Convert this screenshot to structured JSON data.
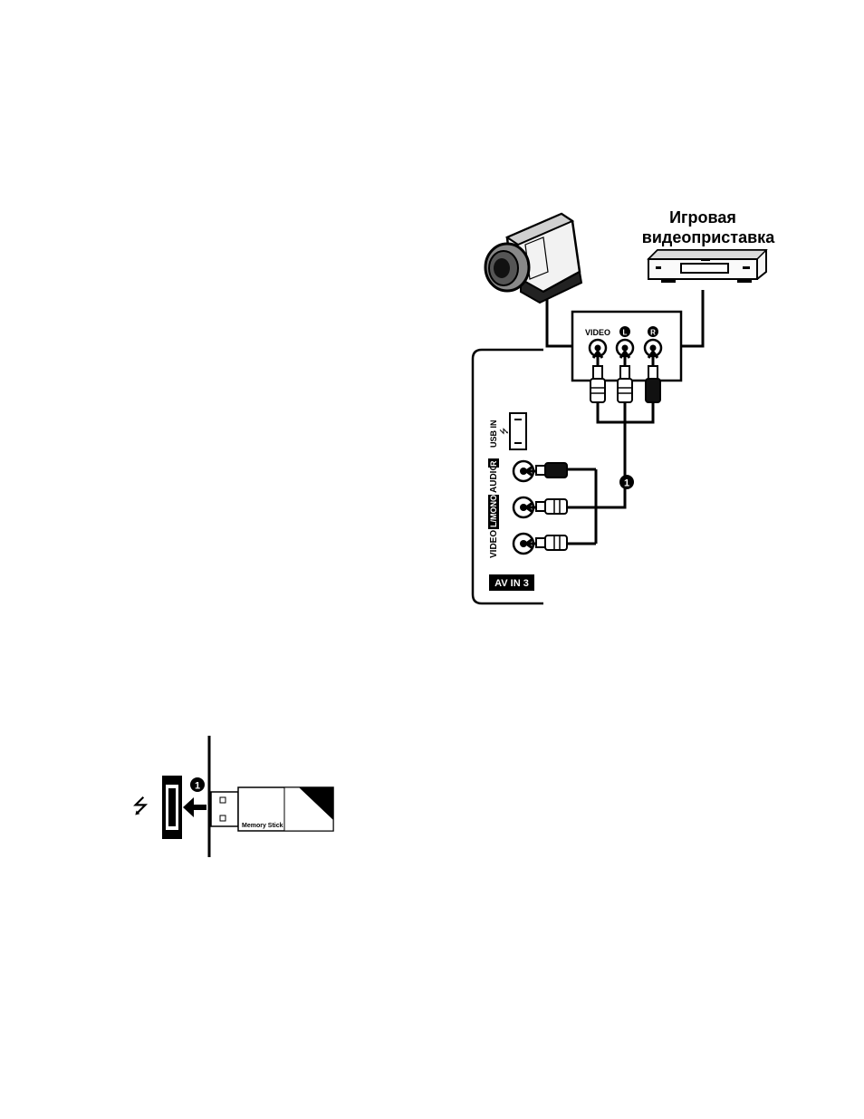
{
  "console_label_line1": "Игровая",
  "console_label_line2": "видеоприставка",
  "device_panel": {
    "video": "VIDEO",
    "left": "L",
    "right": "R"
  },
  "tv_panel": {
    "usb_in": "USB IN",
    "audio_r": "AUDIO-",
    "audio_r_badge": "R",
    "l_mono": "L/MONO",
    "video": "VIDEO",
    "av_in": "AV IN 3"
  },
  "callout_number": "1",
  "usb_callout_number": "1",
  "memory_stick_label": "Memory Stick",
  "colors": {
    "ink": "#000000",
    "paper": "#ffffff",
    "shade": "#d9d9d9"
  }
}
